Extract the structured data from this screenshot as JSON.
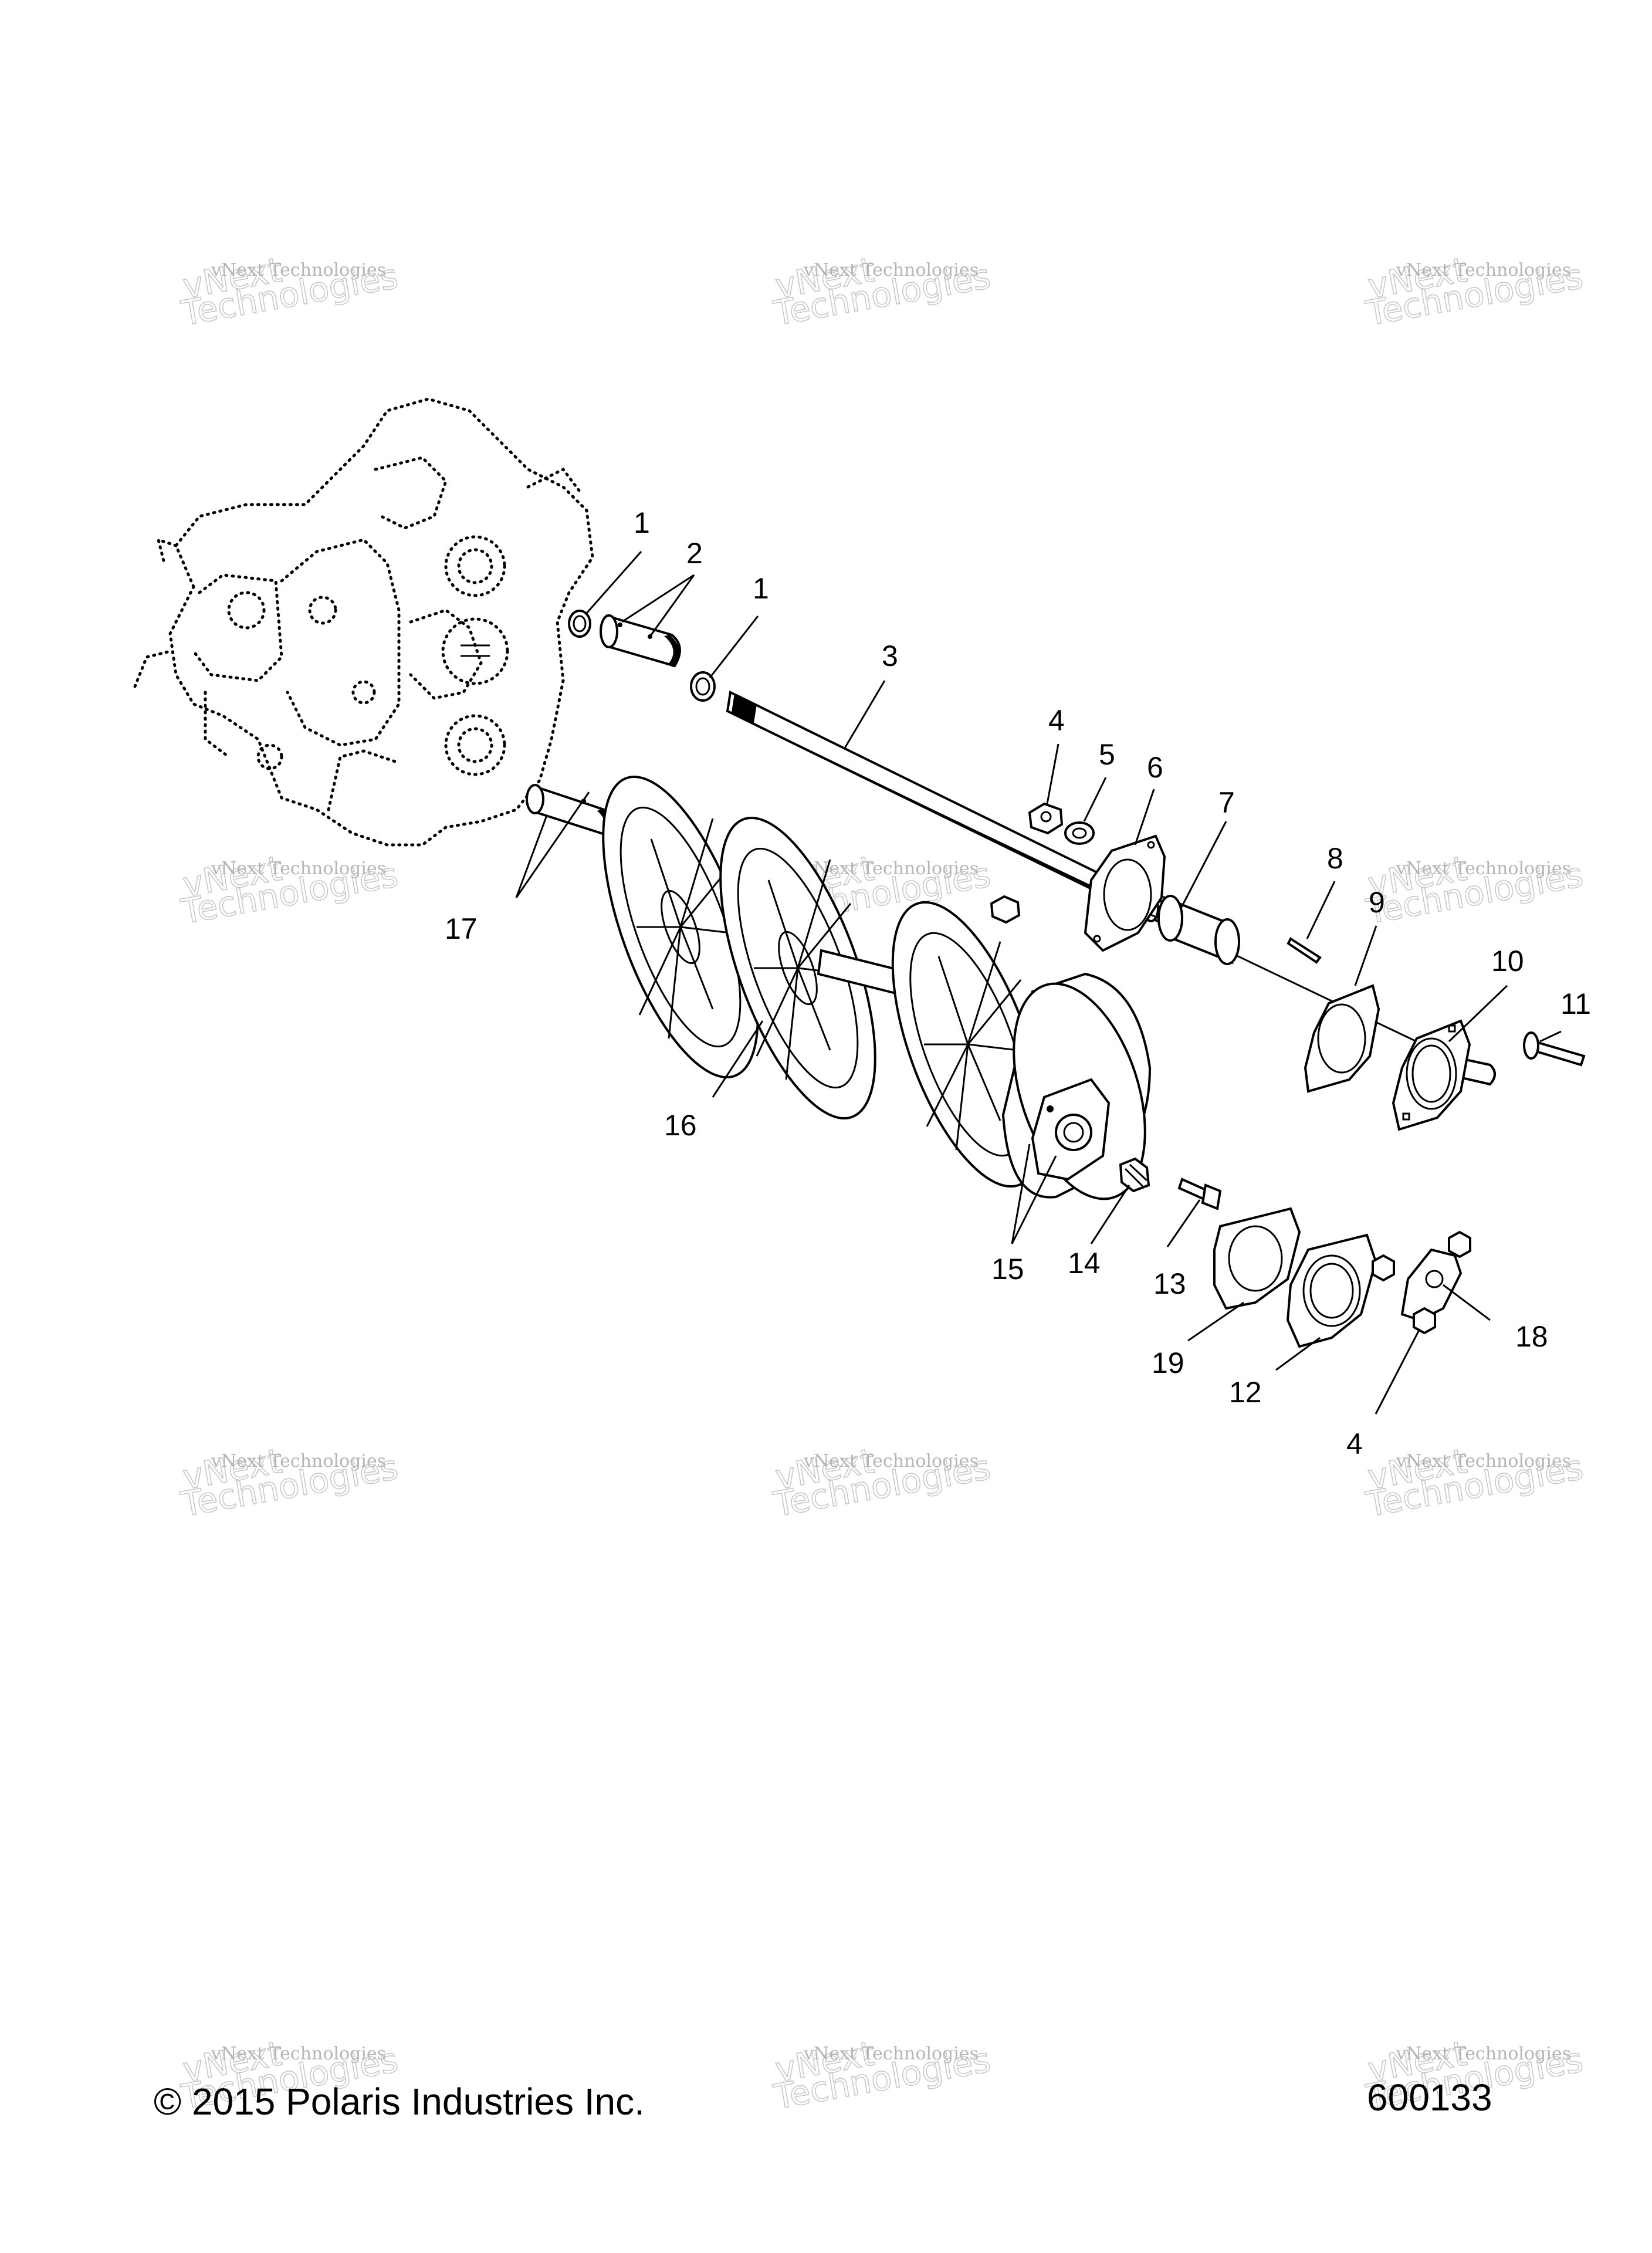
{
  "watermark": {
    "line1": "vNext Technologies",
    "line2": "Technologies",
    "line3": "vNext"
  },
  "callouts": [
    {
      "id": "c1a",
      "label": "1"
    },
    {
      "id": "c2",
      "label": "2"
    },
    {
      "id": "c1b",
      "label": "1"
    },
    {
      "id": "c3",
      "label": "3"
    },
    {
      "id": "c4a",
      "label": "4"
    },
    {
      "id": "c5",
      "label": "5"
    },
    {
      "id": "c6",
      "label": "6"
    },
    {
      "id": "c7",
      "label": "7"
    },
    {
      "id": "c8",
      "label": "8"
    },
    {
      "id": "c9",
      "label": "9"
    },
    {
      "id": "c10",
      "label": "10"
    },
    {
      "id": "c11",
      "label": "11"
    },
    {
      "id": "c16",
      "label": "16"
    },
    {
      "id": "c17",
      "label": "17"
    },
    {
      "id": "c15",
      "label": "15"
    },
    {
      "id": "c14",
      "label": "14"
    },
    {
      "id": "c13",
      "label": "13"
    },
    {
      "id": "c19",
      "label": "19"
    },
    {
      "id": "c12",
      "label": "12"
    },
    {
      "id": "c18",
      "label": "18"
    },
    {
      "id": "c4b",
      "label": "4"
    }
  ],
  "footer": {
    "copyright": "© 2015 Polaris Industries Inc.",
    "drawing_number": "600133"
  }
}
